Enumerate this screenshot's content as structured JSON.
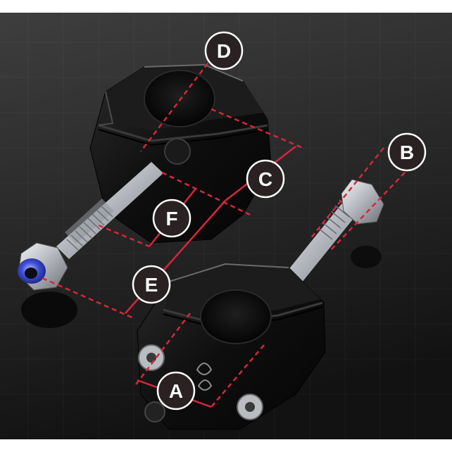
{
  "colors": {
    "background_top": "#3a3a3a",
    "background_bottom": "#141414",
    "dimension_line": "#d7263d",
    "badge_fill": "#2a2222",
    "badge_ring": "#ffffff",
    "anodized_black": "#0d0d0d",
    "bolt_silver": "#c9ccd0",
    "nut_insert": "#3d4fd6"
  },
  "labels": {
    "A": "A",
    "B": "B",
    "C": "C",
    "D": "D",
    "E": "E",
    "F": "F"
  }
}
